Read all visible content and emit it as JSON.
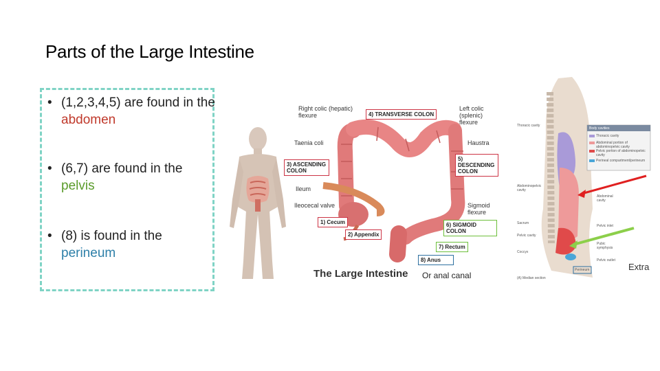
{
  "slide": {
    "title": "Parts of the Large Intestine",
    "bullets": [
      {
        "prefix": "(1,2,3,4,5) are found in the ",
        "highlight": "abdomen",
        "color": "#c0392b"
      },
      {
        "prefix": "(6,7) are found in the ",
        "highlight": "pelvis",
        "color": "#5a9b2a"
      },
      {
        "prefix": "(8) is found in the ",
        "highlight": "perineum",
        "color": "#2d7fa8"
      }
    ],
    "bullet_symbol": "•"
  },
  "colon_figure": {
    "title": "The Large Intestine",
    "annotations": {
      "right_colic": "Right colic (hepatic) flexure",
      "left_colic": "Left colic (splenic) flexure",
      "taenia_coli": "Taenia coli",
      "haustra": "Haustra",
      "ileum": "Ileum",
      "ileocecal_valve": "Ileocecal valve",
      "sigmoid_flexure": "Sigmoid flexure"
    },
    "parts": {
      "transverse": "4) TRANSVERSE COLON",
      "ascending": "3) ASCENDING COLON",
      "descending": "5) DESCENDING COLON",
      "cecum": "1) Cecum",
      "appendix": "2) Appendix",
      "sigmoid": "6) SIGMOID COLON",
      "rectum": "7) Rectum",
      "anus": "8) Anus"
    },
    "anal_canal_note": "Or anal canal"
  },
  "side_figure": {
    "labels": {
      "thoracic": "Thoracic cavity",
      "abdominopelvic": "Abdominopelvic cavity",
      "abdominal": "Abdominal cavity",
      "sacrum": "Sacrum",
      "pelvic_inlet": "Pelvic inlet",
      "pelvic_cavity": "Pelvic cavity",
      "pubic": "Pubic symphysis",
      "coccyx": "Coccyx",
      "pelvic_outlet": "Pelvic outlet",
      "perineum": "Perineum",
      "median": "(A) Median section"
    },
    "legend": [
      "Body cavities",
      "Thoracic cavity",
      "Abdominal portion of abdominopelvic cavity",
      "Pelvic portion of abdominopelvic cavity",
      "Perineal compartment/perineum"
    ]
  },
  "extra_label": "Extra"
}
